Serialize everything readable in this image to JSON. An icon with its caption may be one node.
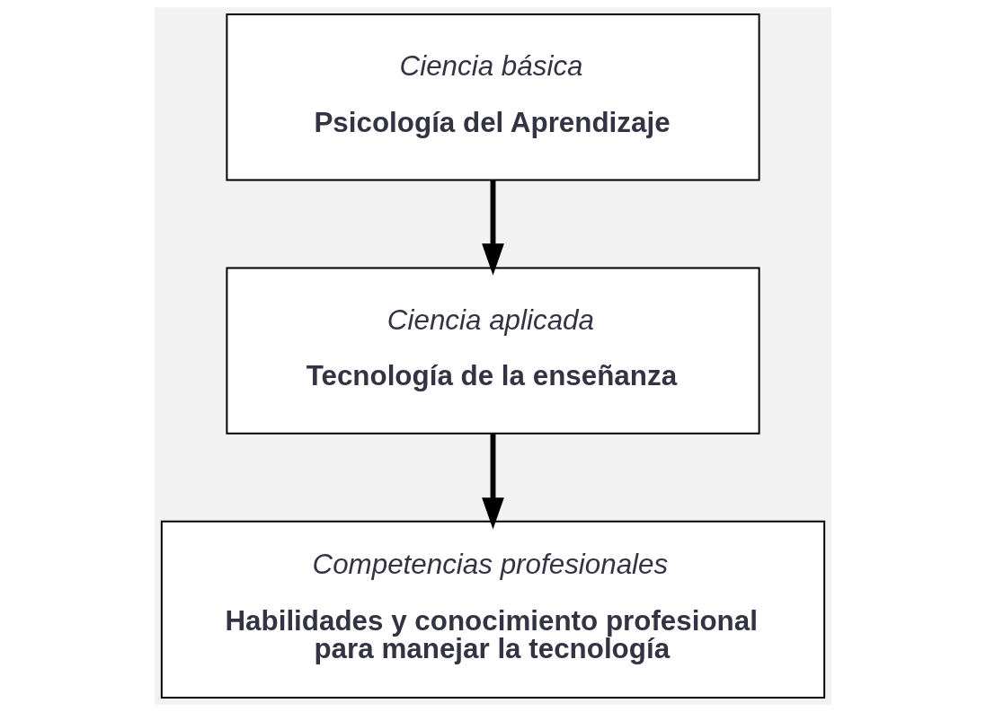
{
  "diagram": {
    "nodes": [
      {
        "text": [
          "Ciencia básica",
          "Psicología del Aprendizaje"
        ]
      },
      {
        "text": [
          "Ciencia aplicada",
          "Tecnología de la enseñanza"
        ]
      },
      {
        "text": [
          "Competencias profesionales",
          "Habilidades y conocimiento profesional para manejar la tecnología"
        ]
      }
    ],
    "edges": [
      {
        "from": 0,
        "to": 1,
        "arrow": "to"
      },
      {
        "from": 1,
        "to": 2,
        "arrow": "to"
      }
    ]
  }
}
